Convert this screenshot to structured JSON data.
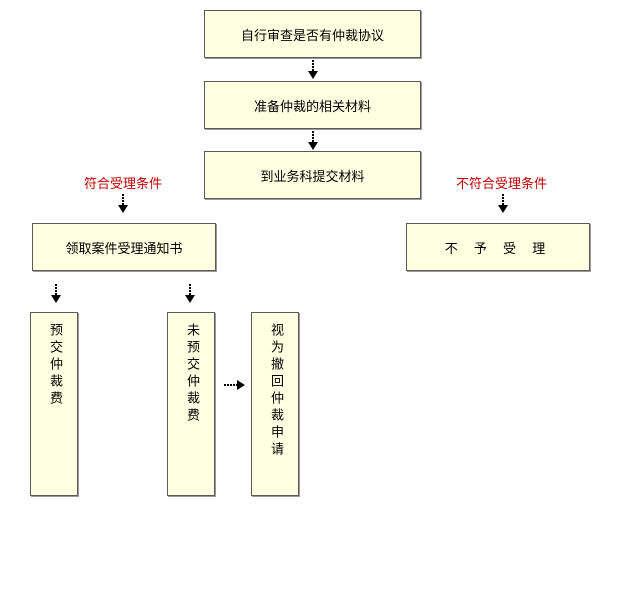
{
  "flow": {
    "step1": "自行审查是否有仲裁协议",
    "step2": "准备仲裁的相关材料",
    "step3": "到业务科提交材料",
    "cond_yes": "符合受理条件",
    "cond_no": "不符合受理条件",
    "accept": "领取案件受理通知书",
    "reject": "不 予 受 理",
    "prepaid": "预交仲裁费",
    "not_prepaid": "未预交仲裁费",
    "withdrawn": "视为撤回仲裁申请"
  },
  "colors": {
    "box_fill": "#ffffe1",
    "box_border": "#5a5a5a",
    "condition_text": "#c00000"
  }
}
